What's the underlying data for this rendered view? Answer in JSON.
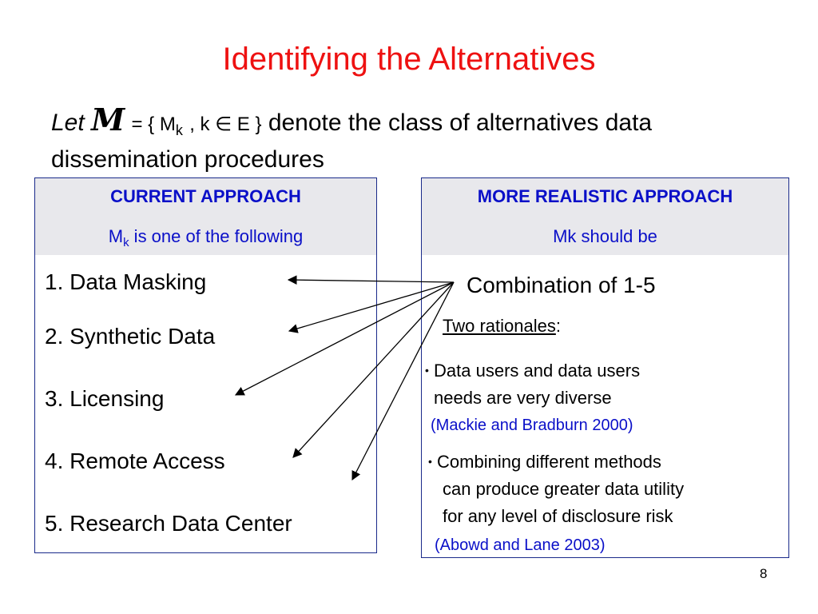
{
  "title": "Identifying the Alternatives",
  "intro": {
    "let": "Let",
    "symbol": "M",
    "set_open": "= { M",
    "set_sub": "k",
    "set_rest": ", k ∈ E }",
    "line1_end": "denote the class of alternatives data",
    "line2": "dissemination procedures"
  },
  "left_box": {
    "heading": "CURRENT APPROACH",
    "sub_prefix": "M",
    "sub_subscript": "k",
    "sub_rest": " is one of the following",
    "items": [
      "1. Data Masking",
      "2. Synthetic Data",
      "3. Licensing",
      "4. Remote Access",
      "5. Research Data  Center"
    ]
  },
  "right_box": {
    "heading": "MORE REALISTIC APPROACH",
    "sub": "Mk should be",
    "combination": "Combination of 1-5",
    "rationales_label": "Two rationales",
    "rationales_colon": ":",
    "bullet1": [
      "Data users and data users",
      "needs  are very diverse"
    ],
    "cite1": "(Mackie and Bradburn 2000)",
    "bullet2": [
      "Combining different methods",
      "can produce greater data utility",
      "for any level of disclosure risk"
    ],
    "cite2": "(Abowd and Lane 2003)",
    "bullet_glyph": "•"
  },
  "page_number": "8",
  "colors": {
    "title": "#ee1111",
    "accent_blue": "#0a0fc8",
    "header_fill": "#e8e8ec",
    "border": "#1a2a8a"
  }
}
